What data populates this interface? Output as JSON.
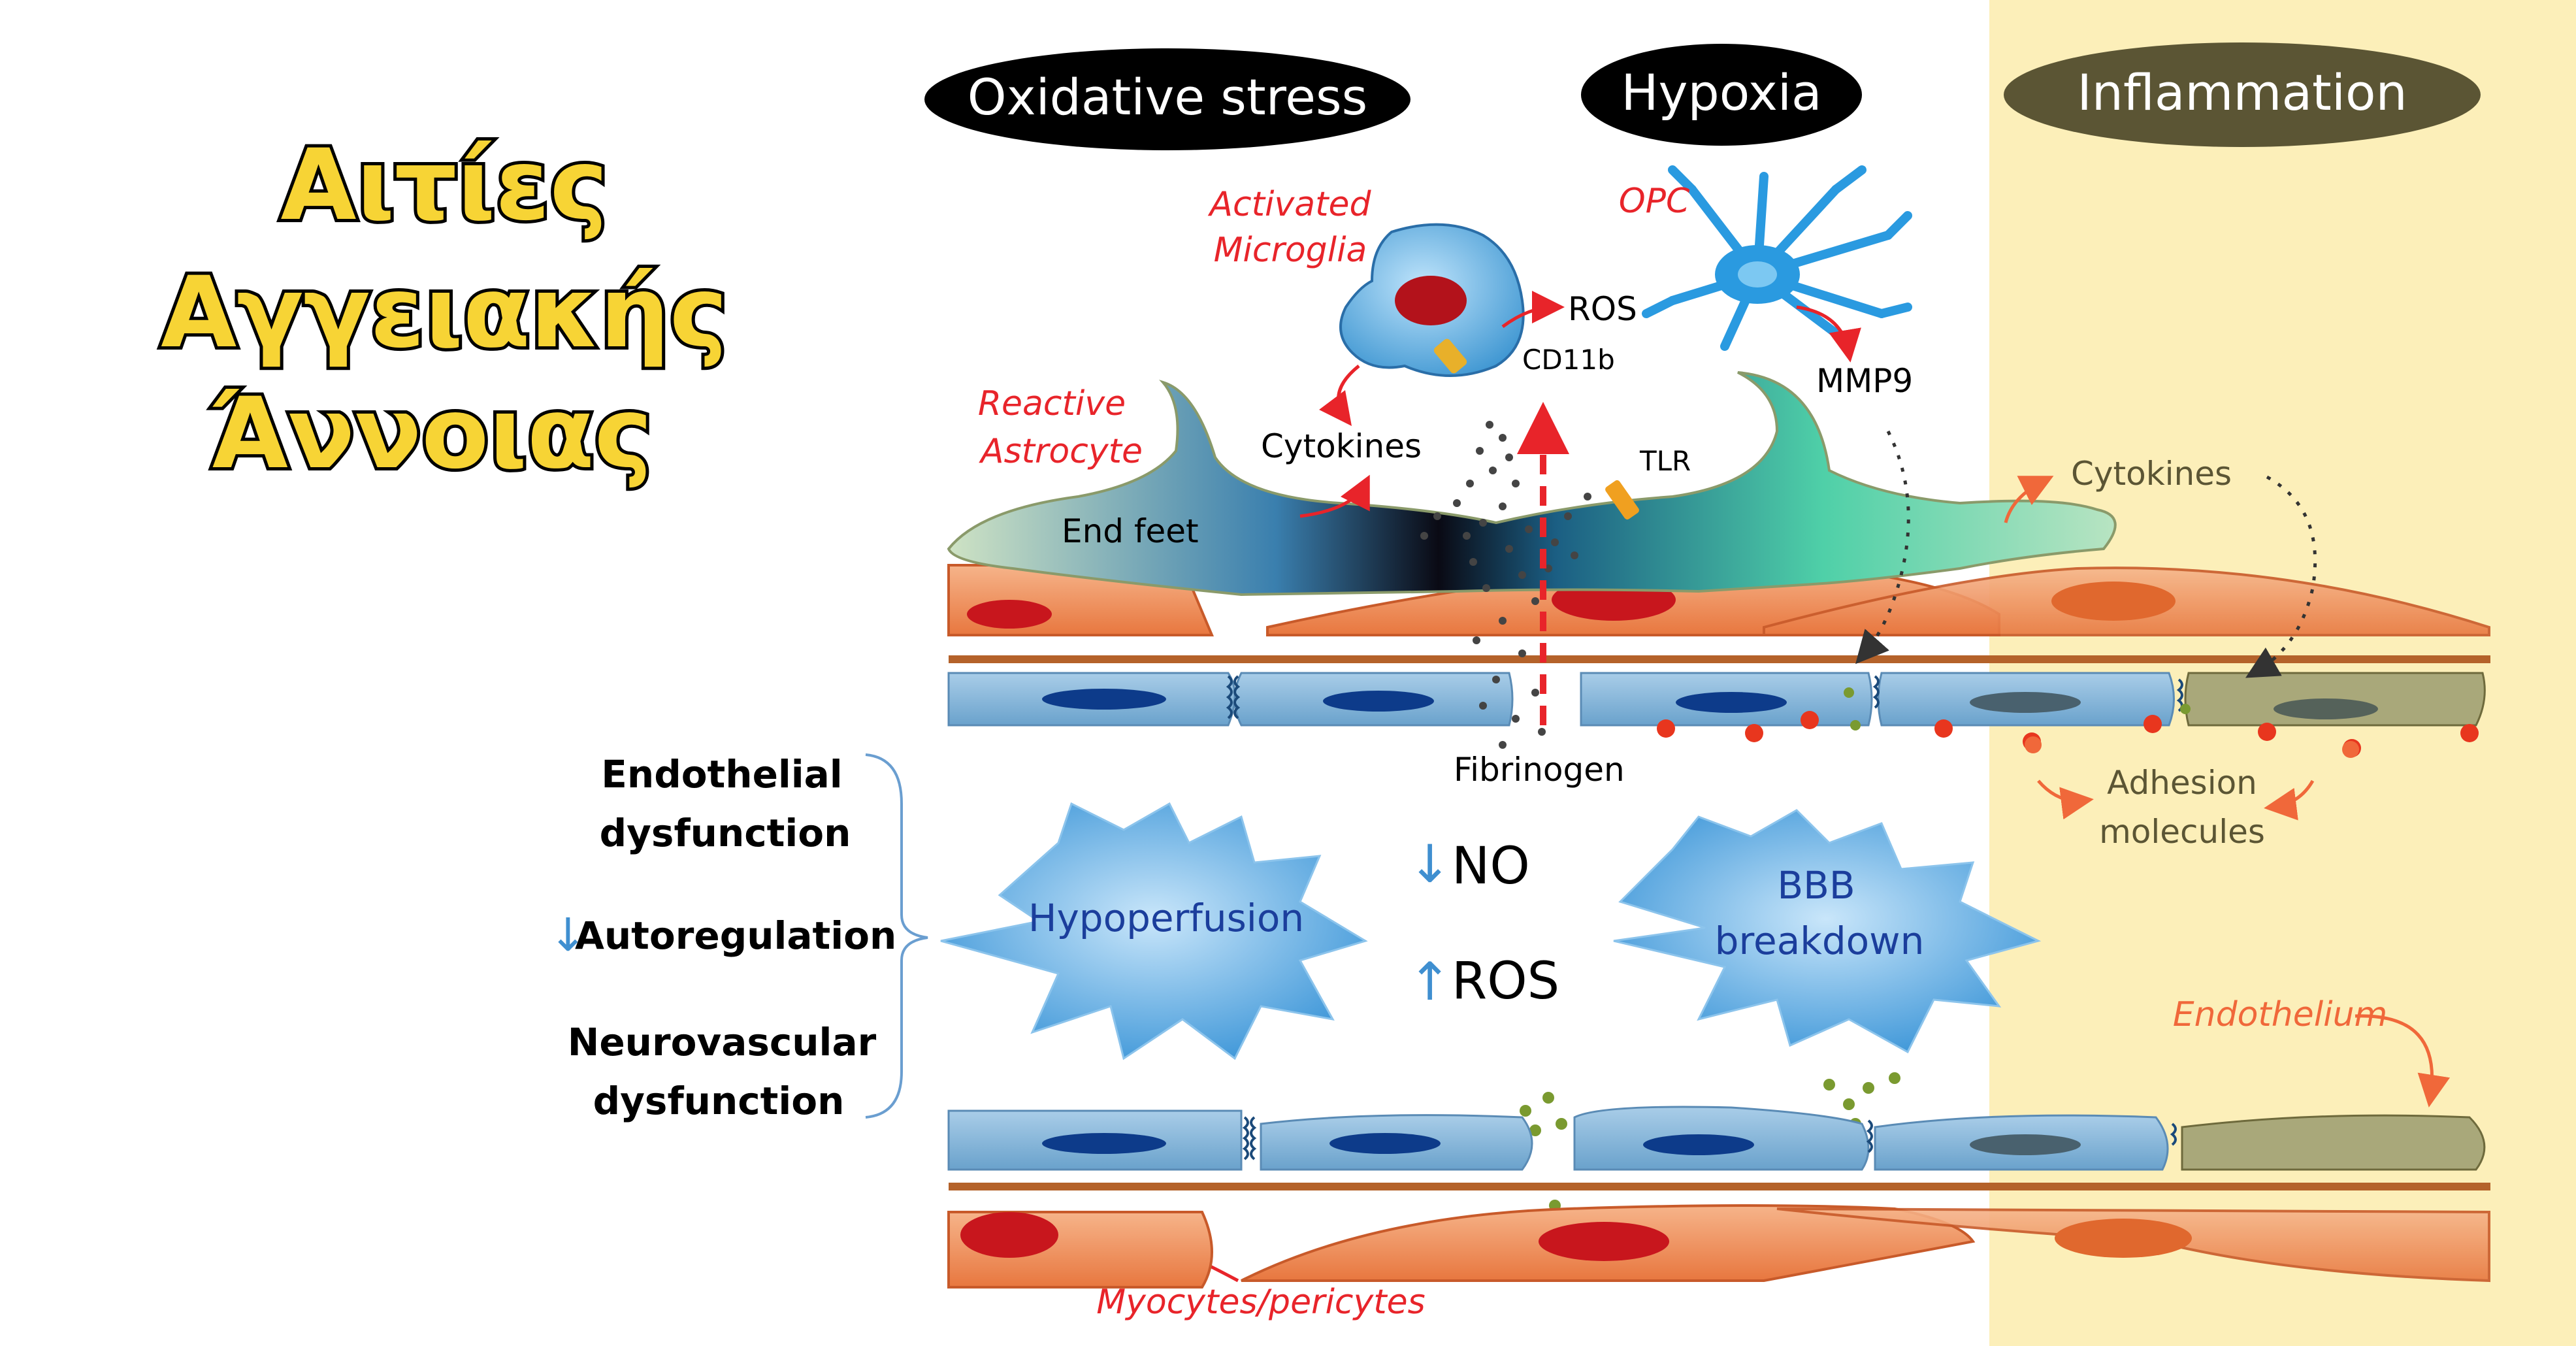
{
  "title_lines": [
    "Αιτίες",
    "Αγγειακής",
    "Άννοιας"
  ],
  "headers": {
    "oxidative": "Oxidative stress",
    "hypoxia": "Hypoxia",
    "inflammation": "Inflammation"
  },
  "cells": {
    "microglia": [
      "Activated",
      "Microglia"
    ],
    "astrocyte": [
      "Reactive",
      "Astrocyte"
    ],
    "opc": "OPC"
  },
  "molecules": {
    "ros_top": "ROS",
    "cd11b": "CD11b",
    "mmp9": "MMP9",
    "cytokines": "Cytokines",
    "tlr": "TLR",
    "end_feet": "End feet",
    "cytokines_right": "Cytokines",
    "fibrinogen": "Fibrinogen",
    "adhesion": [
      "Adhesion",
      "molecules"
    ]
  },
  "left_list": {
    "endothelial": [
      "Endothelial",
      "dysfunction"
    ],
    "autoregulation": "Autoregulation",
    "neurovascular": [
      "Neurovascular",
      "dysfunction"
    ]
  },
  "center": {
    "hypoperfusion": "Hypoperfusion",
    "no": "NO",
    "ros": "ROS",
    "bbb": [
      "BBB",
      "breakdown"
    ]
  },
  "bottom": {
    "endothelium": "Endothelium",
    "myocytes": "Myocytes/pericytes"
  },
  "colors": {
    "red_label": "#e8242a",
    "orange_label": "#f0683a",
    "blue_text": "#1b3e9c",
    "title_fill": "#f7d435",
    "inflammation_bg": "#fcefb9"
  }
}
